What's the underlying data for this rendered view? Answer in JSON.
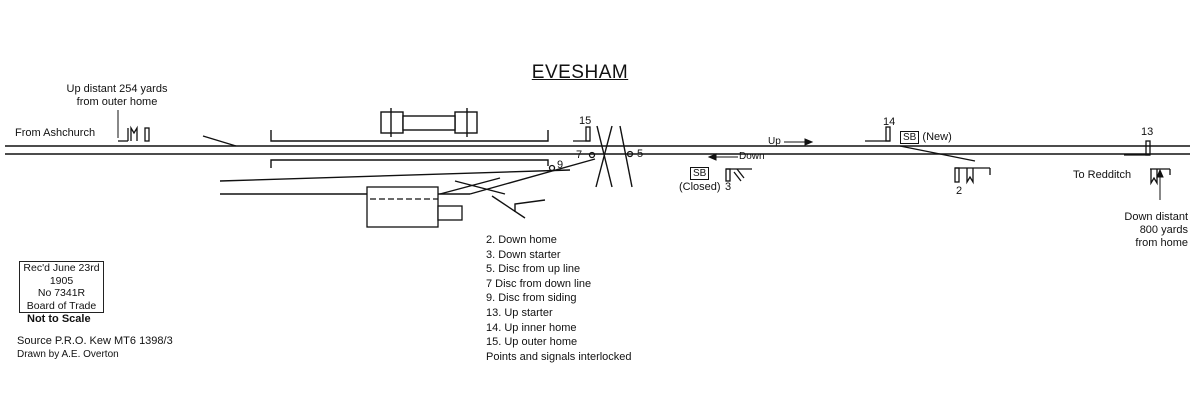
{
  "title": "EVESHAM",
  "annotations": {
    "up_distant": [
      "Up distant 254 yards",
      "from outer home"
    ],
    "from_ashchurch": "From Ashchurch",
    "to_redditch": "To Redditch",
    "down_distant": [
      "Down distant",
      "800 yards",
      "from home"
    ],
    "up_arrow": "Up",
    "down_arrow": "Down",
    "sb_new_box": "SB",
    "sb_new_text": "(New)",
    "sb_closed_box": "SB",
    "sb_closed_text": "(Closed)"
  },
  "signal_numbers": {
    "s15": "15",
    "s14": "14",
    "s13": "13",
    "s7": "7",
    "s5": "5",
    "s9": "9",
    "s3": "3",
    "s2": "2"
  },
  "stamp": [
    "Rec'd June 23rd",
    "1905",
    "No 7341R",
    "Board of Trade"
  ],
  "not_to_scale": "Not to Scale",
  "source": "Source P.R.O. Kew MT6 1398/3",
  "drawn_by": "Drawn by A.E. Overton",
  "key": [
    "2.  Down home",
    "3.  Down starter",
    "5.  Disc from up line",
    "7   Disc from down line",
    "9.  Disc from siding",
    "13.  Up starter",
    "14.  Up inner home",
    "15.  Up outer home",
    "Points and signals interlocked"
  ]
}
